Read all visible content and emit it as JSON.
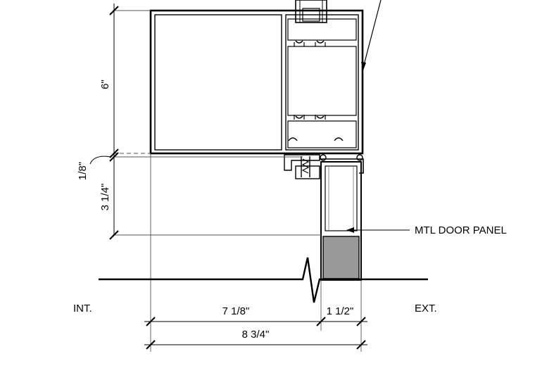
{
  "labels": {
    "interior": "INT.",
    "exterior": "EXT.",
    "door_panel": "MTL DOOR PANEL"
  },
  "dimensions": {
    "head_height": "6\"",
    "gap": "1/8\"",
    "rail_height": "3 1/4\"",
    "frame_width": "7 1/8\"",
    "door_depth": "1 1/2\"",
    "overall_width": "8 3/4\""
  },
  "colors": {
    "line": "#000000",
    "thin": "#555555",
    "fill": "#999999"
  }
}
